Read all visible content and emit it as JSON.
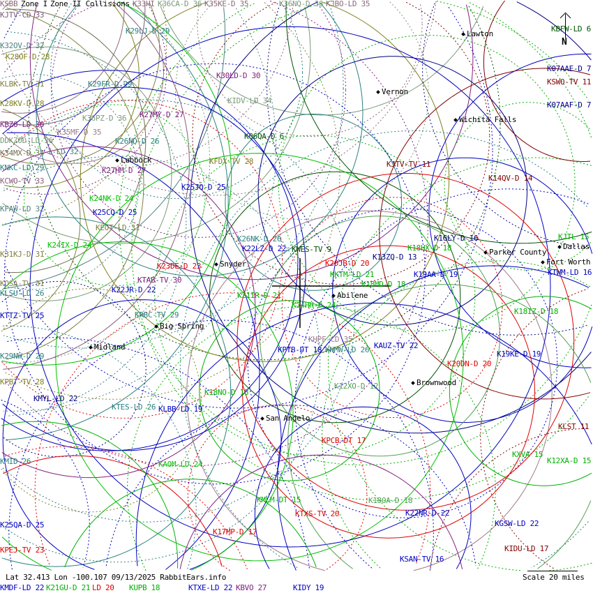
{
  "header": {
    "zone1": "Zone I",
    "zone2": "Zone II Collisions"
  },
  "status": {
    "text": "Lat 32.413 Lon -100.107 09/13/2025 RabbitEars.info",
    "scale": "Scale 20 miles"
  },
  "north": "N",
  "cities": [
    "Lawton",
    "Vernon",
    "Wichita Falls",
    "Lubbock",
    "Snyder",
    "Abilene",
    "Big Spring",
    "Midland",
    "Brownwood",
    "San Angelo",
    "Parker County",
    "Dallas",
    "Fort Worth"
  ],
  "stations": [
    {
      "text": "KSBB",
      "color": "#8a6a7a"
    },
    {
      "text": "K33HI",
      "color": "#8a6a7a"
    },
    {
      "text": "K36CA-D 36",
      "color": "#7a9a7a"
    },
    {
      "text": "K35KE-D 35",
      "color": "#8a6a7a"
    },
    {
      "text": "K36NQ-D 36",
      "color": "#7a9a7a"
    },
    {
      "text": "KJBO-LD 35",
      "color": "#8a6a7a"
    },
    {
      "text": "KJTV-CD 33",
      "color": "#7a5a7a"
    },
    {
      "text": "K29LJ-D 29",
      "color": "#2a8080"
    },
    {
      "text": "K32OV-D 32",
      "color": "#508080"
    },
    {
      "text": "K28OF-D 28",
      "color": "#808020"
    },
    {
      "text": "KLBK-TV 31",
      "color": "#808040"
    },
    {
      "text": "K29FR-D 29",
      "color": "#2a8080"
    },
    {
      "text": "K28KV-D 28",
      "color": "#808020"
    },
    {
      "text": "K27MY-D 27",
      "color": "#802080"
    },
    {
      "text": "K36PZ-D 36",
      "color": "#7a9a7a"
    },
    {
      "text": "KIDV-LD 34",
      "color": "#7a9a7a"
    },
    {
      "text": "K30LD-D 30",
      "color": "#802080"
    },
    {
      "text": "KBZO-LD 30",
      "color": "#802080"
    },
    {
      "text": "K35MF-D 35",
      "color": "#a07a8a"
    },
    {
      "text": "DDKZOD-LD 36",
      "color": "#7a9a7a"
    },
    {
      "text": "K26ND-D 26",
      "color": "#2a8080"
    },
    {
      "text": "K06QA-D 6",
      "color": "#005000"
    },
    {
      "text": "K34MX-D 34",
      "color": "#707050"
    },
    {
      "text": "I-LD 32",
      "color": "#508080"
    },
    {
      "text": "KNKC-LD 29",
      "color": "#2a8080"
    },
    {
      "text": "K27HM-D 27",
      "color": "#802080"
    },
    {
      "text": "KFDX-TV 28",
      "color": "#808020"
    },
    {
      "text": "KJTV-TV 11",
      "color": "#800000"
    },
    {
      "text": "KCWO-TV 33",
      "color": "#8a5a7a"
    },
    {
      "text": "K25JO-D 25",
      "color": "#0000c0"
    },
    {
      "text": "K24NK-D 24",
      "color": "#00c000"
    },
    {
      "text": "KFAW-LD 32",
      "color": "#508080"
    },
    {
      "text": "K25CQ-D 25",
      "color": "#0000c0"
    },
    {
      "text": "KEOT-LD 31",
      "color": "#808040"
    },
    {
      "text": "K26NK-D 26",
      "color": "#2a8080"
    },
    {
      "text": "K22LZ-D 22",
      "color": "#0000c0"
    },
    {
      "text": "KWES-TV 9",
      "color": "#005000"
    },
    {
      "text": "K24IX-D 24",
      "color": "#00c000"
    },
    {
      "text": "K31KJ-D 31",
      "color": "#808040"
    },
    {
      "text": "K20JB-D 20",
      "color": "#e00000"
    },
    {
      "text": "K13ZQ-D 13",
      "color": "#000080"
    },
    {
      "text": "K18HX-D 18",
      "color": "#00b000"
    },
    {
      "text": "K16LY-D 16",
      "color": "#000080"
    },
    {
      "text": "KJTL 15",
      "color": "#00b000"
    },
    {
      "text": "KTWM-LD 16",
      "color": "#0000c0"
    },
    {
      "text": "K23DE-D 23",
      "color": "#e00000"
    },
    {
      "text": "KTAB-TV 30",
      "color": "#802080"
    },
    {
      "text": "KKTM-LD 21",
      "color": "#00b000"
    },
    {
      "text": "K19AA-D 19",
      "color": "#0000c0"
    },
    {
      "text": "K18MD-D 18",
      "color": "#00b000"
    },
    {
      "text": "KOSA-TV 31",
      "color": "#808040"
    },
    {
      "text": "KLSU-LD 26",
      "color": "#2a8080"
    },
    {
      "text": "K22JR-D 22",
      "color": "#0000c0"
    },
    {
      "text": "K21IR-D 21",
      "color": "#00b000"
    },
    {
      "text": "K24HH-D 24",
      "color": "#00c000"
    },
    {
      "text": "K18IZ-D 18",
      "color": "#00b000"
    },
    {
      "text": "KTTZ-TV 25",
      "color": "#0000c0"
    },
    {
      "text": "KRBC-TV 29",
      "color": "#2a8080"
    },
    {
      "text": "KHPF-CD 35",
      "color": "#a07a8a"
    },
    {
      "text": "KNMW-LD 26",
      "color": "#2a8080"
    },
    {
      "text": "KPTB-DT 18",
      "color": "#0000c0"
    },
    {
      "text": "KAUZ-TV 22",
      "color": "#0000c0"
    },
    {
      "text": "K29NW-D 29",
      "color": "#2a8080"
    },
    {
      "text": "K19KE-D 19",
      "color": "#0000c0"
    },
    {
      "text": "K20DN-D 20",
      "color": "#e00000"
    },
    {
      "text": "KPBT-TV 28",
      "color": "#808020"
    },
    {
      "text": "K12XO-D 12",
      "color": "#50a050"
    },
    {
      "text": "KMYL-LD 22",
      "color": "#000080"
    },
    {
      "text": "K18NO-D 18",
      "color": "#00b000"
    },
    {
      "text": "KTES-LD 26",
      "color": "#2a8080"
    },
    {
      "text": "KLBB-LD 19",
      "color": "#0000c0"
    },
    {
      "text": "KLST 11",
      "color": "#800000"
    },
    {
      "text": "KPCB-DT 17",
      "color": "#e00000"
    },
    {
      "text": "KMID 26",
      "color": "#2a8080"
    },
    {
      "text": "KAOM-LD 24",
      "color": "#00c000"
    },
    {
      "text": "KXVA 15",
      "color": "#00b000"
    },
    {
      "text": "K12XA-D 15",
      "color": "#00b000"
    },
    {
      "text": "KMLM-DT 15",
      "color": "#00b000"
    },
    {
      "text": "K18OA-D 18",
      "color": "#50a050"
    },
    {
      "text": "KTXS-TV 20",
      "color": "#e00000"
    },
    {
      "text": "K22NR-D 22",
      "color": "#0000c0"
    },
    {
      "text": "K25QA-D 25",
      "color": "#0000c0"
    },
    {
      "text": "KGSW-LD 22",
      "color": "#0000c0"
    },
    {
      "text": "K17MP-D 17",
      "color": "#e00000"
    },
    {
      "text": "KPEJ-TV 23",
      "color": "#e00000"
    },
    {
      "text": "KIDU-LD 17",
      "color": "#800000"
    },
    {
      "text": "KSAN-TV 16",
      "color": "#0000c0"
    },
    {
      "text": "KMDF-LD 22",
      "color": "#0000c0"
    },
    {
      "text": "K21GU-D 21",
      "color": "#00b000"
    },
    {
      "text": "LD 20",
      "color": "#e00000"
    },
    {
      "text": "KUPB 18",
      "color": "#00b000"
    },
    {
      "text": "KTXE-LD 22",
      "color": "#0000c0"
    },
    {
      "text": "KBVO 27",
      "color": "#802080"
    },
    {
      "text": "KIDY 19",
      "color": "#0000c0"
    },
    {
      "text": "KBFW-LD 6",
      "color": "#005000"
    },
    {
      "text": "K07AAE-D 7",
      "color": "#000080"
    },
    {
      "text": "KSWO-TV 11",
      "color": "#800000"
    },
    {
      "text": "K07AAF-D 7",
      "color": "#000080"
    },
    {
      "text": "K14QV-D 14",
      "color": "#800000"
    }
  ]
}
